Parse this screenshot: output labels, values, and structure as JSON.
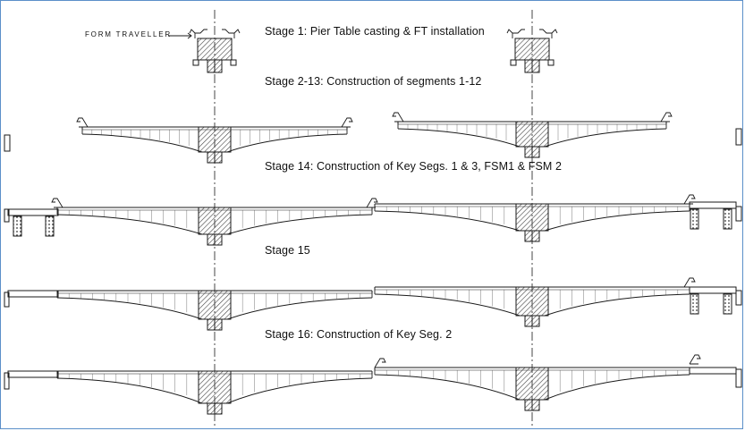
{
  "diagram": {
    "stages": [
      "Stage 1: Pier Table casting & FT installation",
      "Stage 2-13: Construction of segments 1-12",
      "Stage 14: Construction of Key Segs. 1 & 3, FSM1 & FSM 2",
      "Stage 15",
      "Stage 16: Construction of Key Seg. 2"
    ],
    "form_traveller_label": "FORM TRAVELLER"
  },
  "colors": {
    "frame": "#5b8fc9",
    "line": "#1a1a1a",
    "hatch": "#7a7a7a"
  }
}
